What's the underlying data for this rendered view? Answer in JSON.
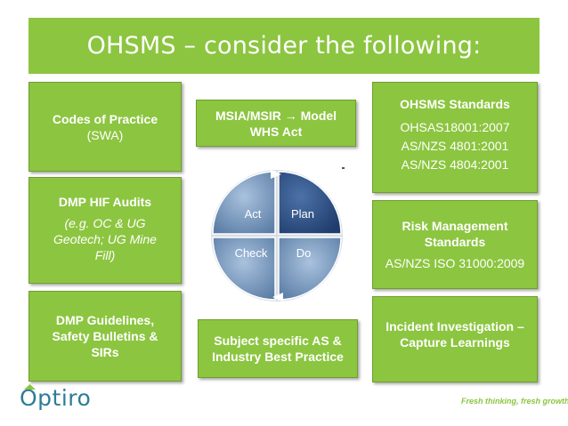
{
  "slide": {
    "title": "OHSMS – consider the following:"
  },
  "boxes": {
    "codes": {
      "line1": "Codes of Practice",
      "line2": "(SWA)"
    },
    "dmp_hif": {
      "heading": "DMP HIF Audits",
      "detail": "(e.g. OC & UG Geotech; UG Mine Fill)"
    },
    "dmp_guide": {
      "text": "DMP Guidelines, Safety Bulletins & SIRs"
    },
    "msia": {
      "part1": "MSIA/MSIR ",
      "arrow": "→",
      "part2": " Model WHS Act"
    },
    "subject": {
      "text": "Subject specific AS & Industry Best Practice"
    },
    "ohsms": {
      "heading": "OHSMS Standards",
      "items": [
        "OHSAS18001:2007",
        "AS/NZS 4801:2001",
        "AS/NZS 4804:2001"
      ]
    },
    "risk": {
      "heading": "Risk Management Standards",
      "standard": "AS/NZS ISO 31000:2009"
    },
    "incident": {
      "text": "Incident Investigation – Capture  Learnings"
    }
  },
  "cycle": {
    "act": "Act",
    "plan": "Plan",
    "check": "Check",
    "do": "Do",
    "colors": {
      "light": "#6f8fb3",
      "dark": "#2a4a7e"
    }
  },
  "footer": {
    "logo": "Optiro",
    "tagline": "Fresh thinking, fresh growth"
  },
  "colors": {
    "green": "#8cc540",
    "logo_teal": "#2d7d95"
  }
}
